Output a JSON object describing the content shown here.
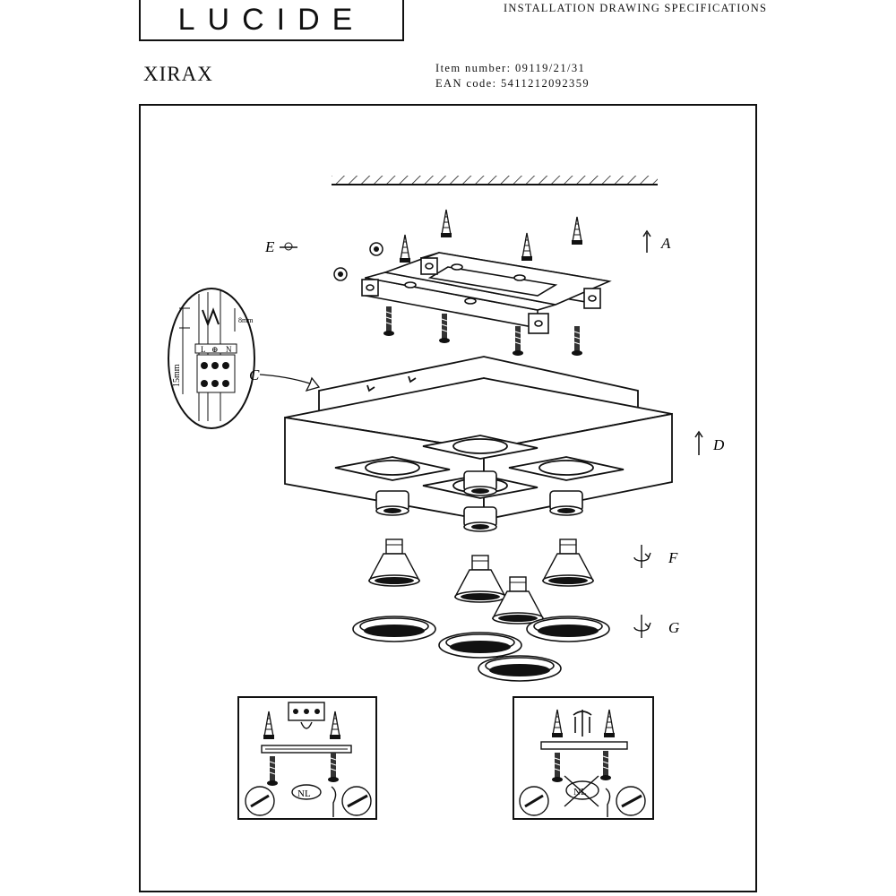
{
  "brand": {
    "logo_text": "LUCIDE"
  },
  "header": {
    "title": "INSTALLATION DRAWING SPECIFICATIONS"
  },
  "product": {
    "name": "XIRAX"
  },
  "codes": {
    "item_number": "Item number: 09119/21/31",
    "ean_code": "EAN code: 5411212092359"
  },
  "diagram": {
    "step_labels": {
      "a": "A",
      "c": "C",
      "d": "D",
      "e": "E",
      "f": "F",
      "g": "G"
    },
    "terminal_labels": {
      "live": "L",
      "earth": "⊕",
      "neutral": "N"
    },
    "strip_length": "15mm",
    "strip_length_small": "8mm",
    "box_left_badge": "NL",
    "box_right_badge": "NL"
  }
}
